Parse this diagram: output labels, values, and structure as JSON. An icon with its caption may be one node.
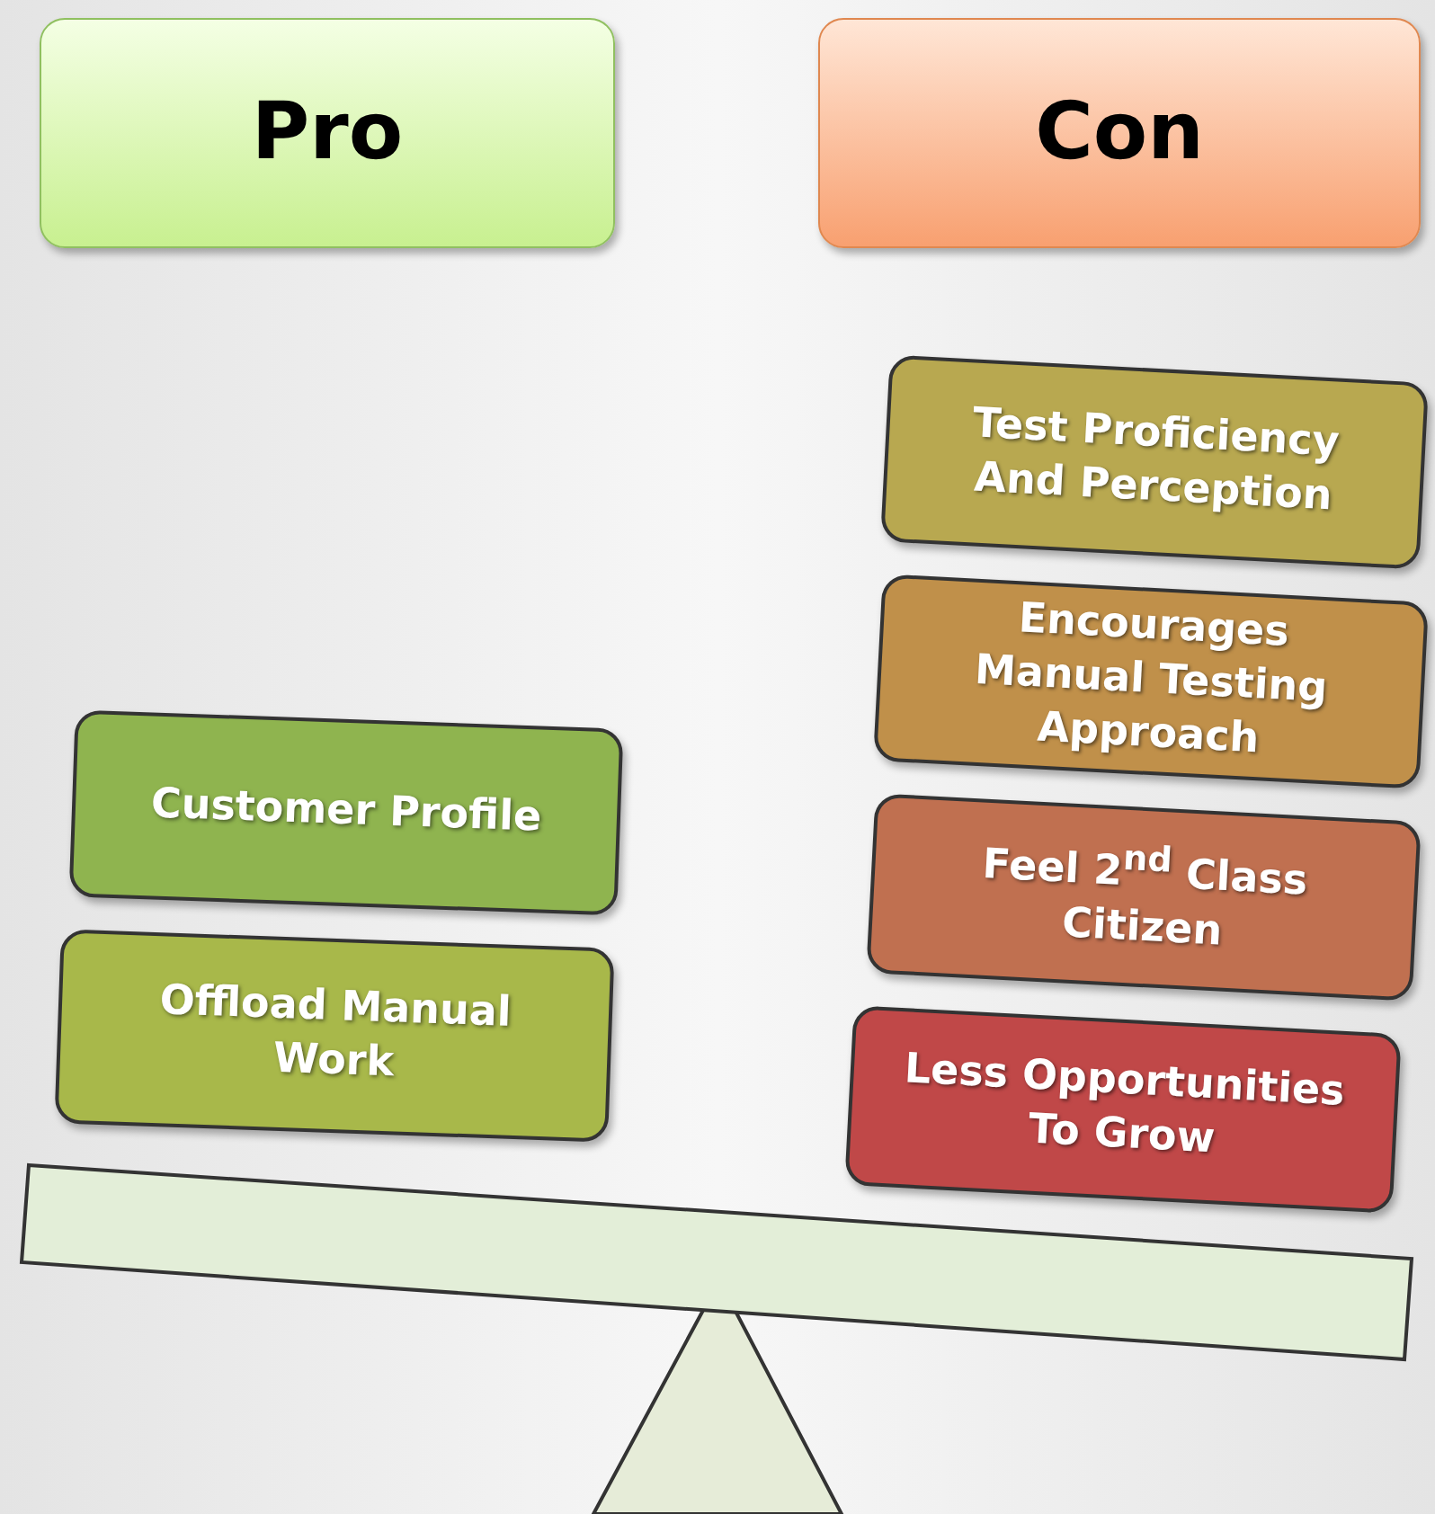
{
  "diagram": {
    "nodes": [
      {
        "text": [
          "Pro"
        ]
      },
      {
        "text": [
          "Con"
        ]
      },
      {
        "text": [
          "Customer Profile"
        ]
      },
      {
        "text": [
          "Offload Manual Work"
        ]
      },
      {
        "text": [
          "Test Proficiency And Perception"
        ]
      },
      {
        "text": [
          "Encourages Manual Testing Approach"
        ]
      },
      {
        "text": [
          "Feel 2$^{nd}$ Class Citizen"
        ]
      },
      {
        "text": [
          "Less Opportunities To Grow"
        ]
      }
    ]
  }
}
